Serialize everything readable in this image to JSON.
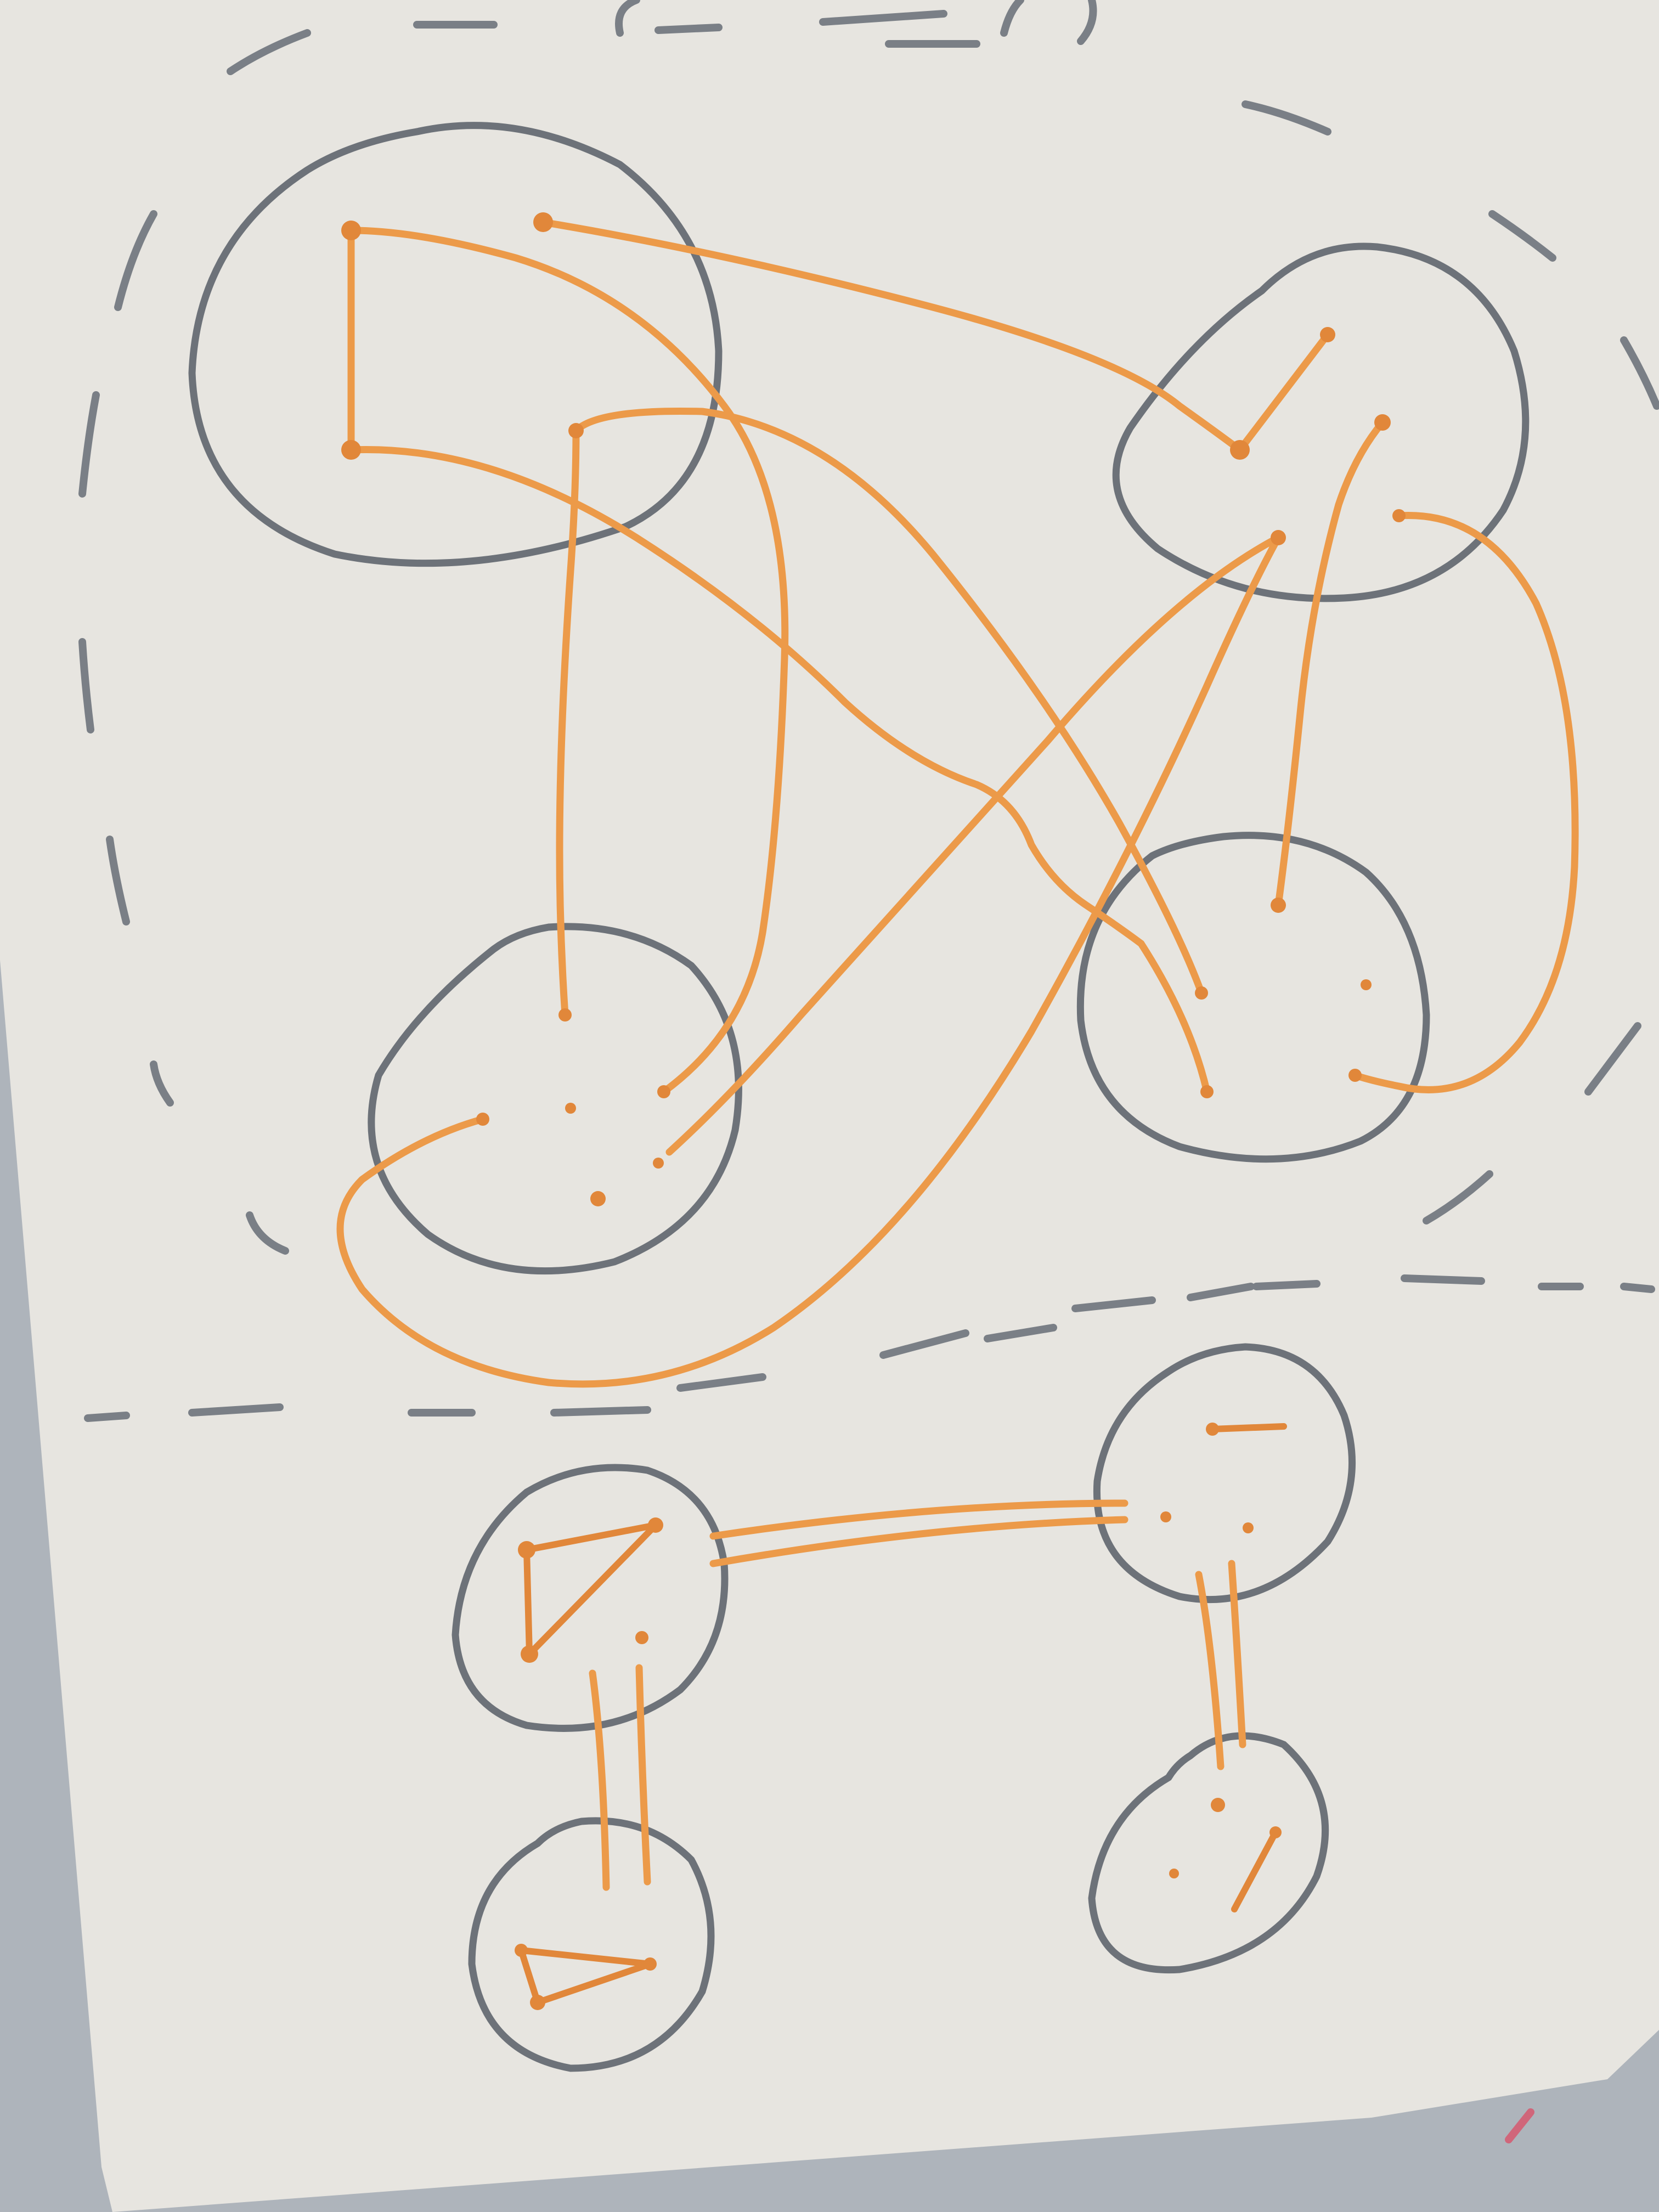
{
  "colors": {
    "background": "#aeb4bb",
    "paper": "#e7e5e0",
    "paper_shadow": "#d9d8d4",
    "cluster_stroke": "#6d7279",
    "edge": "#ec9a49",
    "edge_dark": "#e1873a",
    "dash": "#7a7f86"
  },
  "diagram": {
    "description_visible_text": [],
    "top_graph": {
      "clusters": [
        "cluster-a",
        "cluster-b",
        "cluster-c",
        "cluster-d"
      ],
      "edge_count": 9
    },
    "bottom_graph": {
      "clusters": [
        "cluster-e",
        "cluster-f",
        "cluster-g",
        "cluster-h"
      ],
      "double_edge_count": 3
    }
  }
}
